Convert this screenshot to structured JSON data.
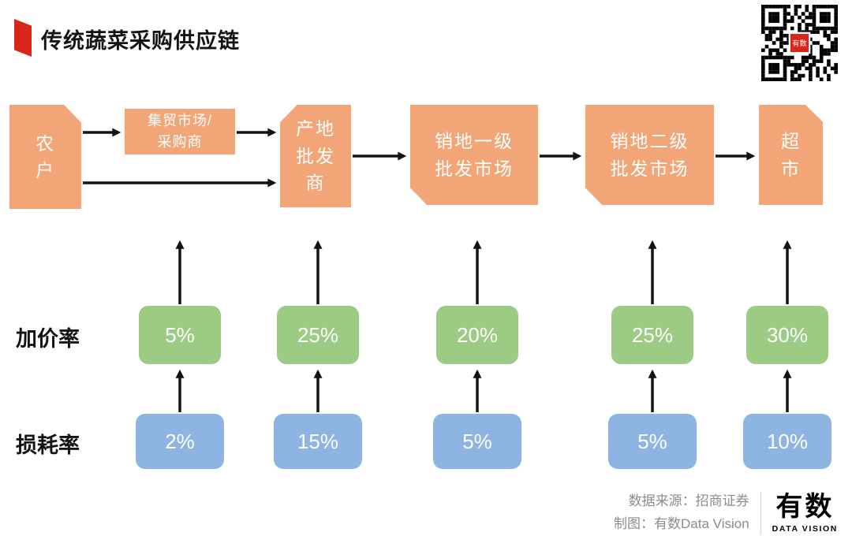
{
  "title": "传统蔬菜采购供应链",
  "colors": {
    "node_orange": "#F2A678",
    "markup_green": "#9CCB84",
    "loss_blue": "#8DB4E2",
    "accent_red": "#D9261C"
  },
  "chain": {
    "nodes": [
      {
        "id": "farmer",
        "label": "农户",
        "lines": [
          "农",
          "户"
        ]
      },
      {
        "id": "trade-market",
        "label": "集贸市场/采购商",
        "lines": [
          "集贸市场/",
          "采购商"
        ]
      },
      {
        "id": "origin-wholesaler",
        "label": "产地批发商",
        "lines": [
          "产地",
          "批发",
          "商"
        ]
      },
      {
        "id": "dest-level1",
        "label": "销地一级批发市场",
        "lines": [
          "销地一级",
          "批发市场"
        ]
      },
      {
        "id": "dest-level2",
        "label": "销地二级批发市场",
        "lines": [
          "销地二级",
          "批发市场"
        ]
      },
      {
        "id": "supermarket",
        "label": "超市",
        "lines": [
          "超",
          "市"
        ]
      }
    ]
  },
  "markup": {
    "label": "加价率",
    "values": [
      "5%",
      "25%",
      "20%",
      "25%",
      "30%"
    ]
  },
  "loss": {
    "label": "损耗率",
    "values": [
      "2%",
      "15%",
      "5%",
      "5%",
      "10%"
    ]
  },
  "footer": {
    "source": "数据来源：招商证券",
    "credit": "制图：有数Data Vision",
    "logo_name": "有数",
    "logo_sub": "DATA VISION"
  },
  "chart_data": {
    "type": "table",
    "title": "传统蔬菜采购供应链",
    "stages": [
      "农户",
      "集贸市场/采购商",
      "产地批发商",
      "销地一级批发市场",
      "销地二级批发市场",
      "超市"
    ],
    "series": [
      {
        "name": "加价率",
        "values_pct": [
          5,
          25,
          20,
          25,
          30
        ]
      },
      {
        "name": "损耗率",
        "values_pct": [
          2,
          15,
          5,
          5,
          10
        ]
      }
    ]
  }
}
